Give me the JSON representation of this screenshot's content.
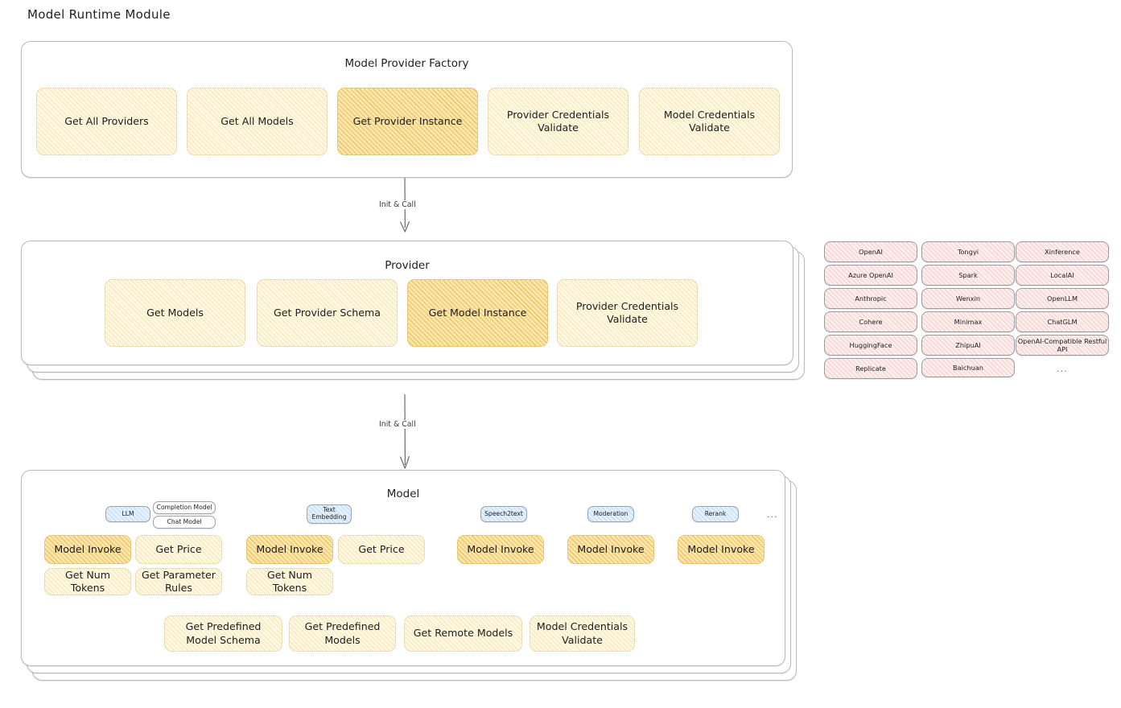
{
  "page": {
    "title": "Model Runtime Module"
  },
  "factory": {
    "title": "Model Provider Factory",
    "methods": [
      {
        "label": "Get All Providers",
        "highlight": false
      },
      {
        "label": "Get All Models",
        "highlight": false
      },
      {
        "label": "Get Provider Instance",
        "highlight": true
      },
      {
        "label": "Provider Credentials Validate",
        "highlight": false
      },
      {
        "label": "Model Credentials Validate",
        "highlight": false
      }
    ]
  },
  "arrow1": {
    "label": "Init & Call"
  },
  "provider": {
    "title": "Provider",
    "methods": [
      {
        "label": "Get Models",
        "highlight": false
      },
      {
        "label": "Get Provider Schema",
        "highlight": false
      },
      {
        "label": "Get Model Instance",
        "highlight": true
      },
      {
        "label": "Provider Credentials Validate",
        "highlight": false
      }
    ]
  },
  "provider_list": {
    "column1": [
      "OpenAI",
      "Azure OpenAI",
      "Anthropic",
      "Cohere",
      "HuggingFace",
      "Replicate"
    ],
    "column2": [
      "Tongyi",
      "Spark",
      "Wenxin",
      "Minimax",
      "ZhipuAI",
      "Baichuan"
    ],
    "column3": [
      "Xinference",
      "LocalAI",
      "OpenLLM",
      "ChatGLM",
      "OpenAI-Compatible Restful API"
    ],
    "ellipsis": "..."
  },
  "arrow2": {
    "label": "Init & Call"
  },
  "model": {
    "title": "Model",
    "type_ellipsis": "...",
    "types": [
      {
        "tags": [
          "LLM"
        ],
        "sub_tags": [
          "Completion Model",
          "Chat Model"
        ],
        "methods": [
          {
            "label": "Model Invoke",
            "highlight": true
          },
          {
            "label": "Get Price",
            "highlight": false
          },
          {
            "label": "Get Num Tokens",
            "highlight": false
          },
          {
            "label": "Get Parameter Rules",
            "highlight": false
          }
        ]
      },
      {
        "tags": [
          "Text Embedding"
        ],
        "sub_tags": [],
        "methods": [
          {
            "label": "Model Invoke",
            "highlight": true
          },
          {
            "label": "Get Price",
            "highlight": false
          },
          {
            "label": "Get Num Tokens",
            "highlight": false
          }
        ]
      },
      {
        "tags": [
          "Speech2text"
        ],
        "sub_tags": [],
        "methods": [
          {
            "label": "Model Invoke",
            "highlight": true
          }
        ]
      },
      {
        "tags": [
          "Moderation"
        ],
        "sub_tags": [],
        "methods": [
          {
            "label": "Model Invoke",
            "highlight": true
          }
        ]
      },
      {
        "tags": [
          "Rerank"
        ],
        "sub_tags": [],
        "methods": [
          {
            "label": "Model Invoke",
            "highlight": true
          }
        ]
      }
    ],
    "common_methods": [
      {
        "label": "Get Predefined Model Schema"
      },
      {
        "label": "Get Predefined Models"
      },
      {
        "label": "Get Remote Models"
      },
      {
        "label": "Model Credentials Validate"
      }
    ]
  },
  "colors": {
    "method_fill": "#fdf7e3",
    "method_highlight_fill": "#fbe6ac",
    "provider_chip_fill": "#fdeeee",
    "model_tag_fill": "#e4f0fb",
    "card_border": "#b9b9b9",
    "text": "#1f1f1f"
  }
}
